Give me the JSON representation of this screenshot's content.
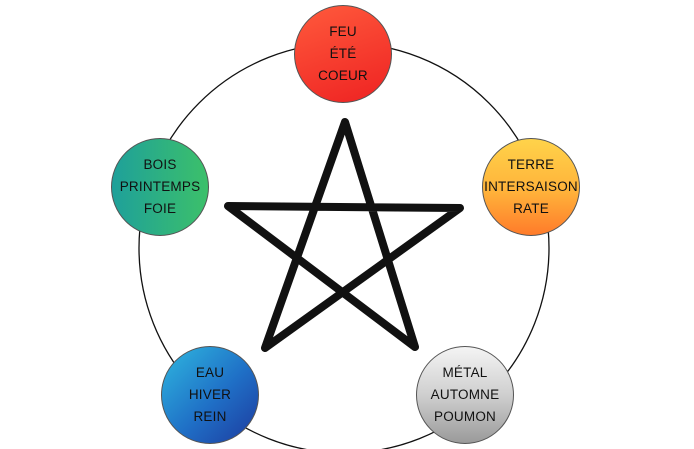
{
  "elements": [
    {
      "id": "feu",
      "lines": [
        "FEU",
        "ÉTÉ",
        "COEUR"
      ]
    },
    {
      "id": "terre",
      "lines": [
        "TERRE",
        "INTERSAISON",
        "RATE"
      ]
    },
    {
      "id": "metal",
      "lines": [
        "MÉTAL",
        "AUTOMNE",
        "POUMON"
      ]
    },
    {
      "id": "eau",
      "lines": [
        "EAU",
        "HIVER",
        "REIN"
      ]
    },
    {
      "id": "bois",
      "lines": [
        "BOIS",
        "PRINTEMPS",
        "FOIE"
      ]
    }
  ],
  "colors": {
    "feu": "#f03a2e",
    "terre": "#ffb23a",
    "metal": "#c8c8c8",
    "eau": "#1f5fc0",
    "bois": "#2aab7e",
    "outline": "#111111"
  }
}
